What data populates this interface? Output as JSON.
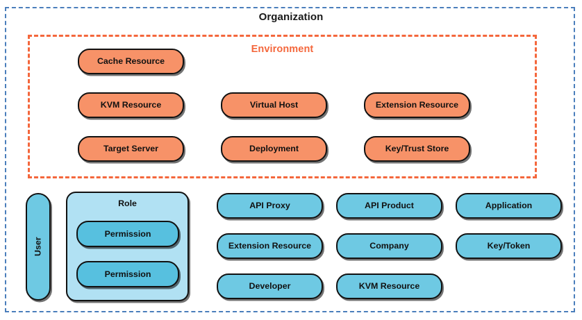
{
  "diagram": {
    "type": "nested-container-diagram",
    "title": "Organization",
    "colors": {
      "org_border": "#4a7ebb",
      "env_border": "#f4673c",
      "env_label": "#f4673c",
      "orange_node": "#f79268",
      "blue_node": "#6ec9e3",
      "permission_node": "#57c0df",
      "role_container": "#b1e1f3",
      "node_outline": "#111111",
      "page_background": "#ffffff"
    }
  },
  "organization": {
    "label": "Organization",
    "environment": {
      "label": "Environment",
      "nodes": [
        {
          "label": "Cache Resource",
          "col": 1,
          "row": 1
        },
        {
          "label": "KVM Resource",
          "col": 1,
          "row": 2
        },
        {
          "label": "Target Server",
          "col": 1,
          "row": 3
        },
        {
          "label": "Virtual Host",
          "col": 2,
          "row": 2
        },
        {
          "label": "Deployment",
          "col": 2,
          "row": 3
        },
        {
          "label": "Extension Resource",
          "col": 3,
          "row": 2
        },
        {
          "label": "Key/Trust Store",
          "col": 3,
          "row": 3
        }
      ]
    },
    "org_level": {
      "user": {
        "label": "User",
        "orientation": "vertical"
      },
      "role": {
        "label": "Role",
        "permissions": [
          {
            "label": "Permission"
          },
          {
            "label": "Permission"
          }
        ]
      },
      "resources": [
        {
          "label": "API Proxy",
          "col": 1,
          "row": 1
        },
        {
          "label": "Extension Resource",
          "col": 1,
          "row": 2
        },
        {
          "label": "Developer",
          "col": 1,
          "row": 3
        },
        {
          "label": "API Product",
          "col": 2,
          "row": 1
        },
        {
          "label": "Company",
          "col": 2,
          "row": 2
        },
        {
          "label": "KVM Resource",
          "col": 2,
          "row": 3
        },
        {
          "label": "Application",
          "col": 3,
          "row": 1
        },
        {
          "label": "Key/Token",
          "col": 3,
          "row": 2
        }
      ]
    }
  }
}
